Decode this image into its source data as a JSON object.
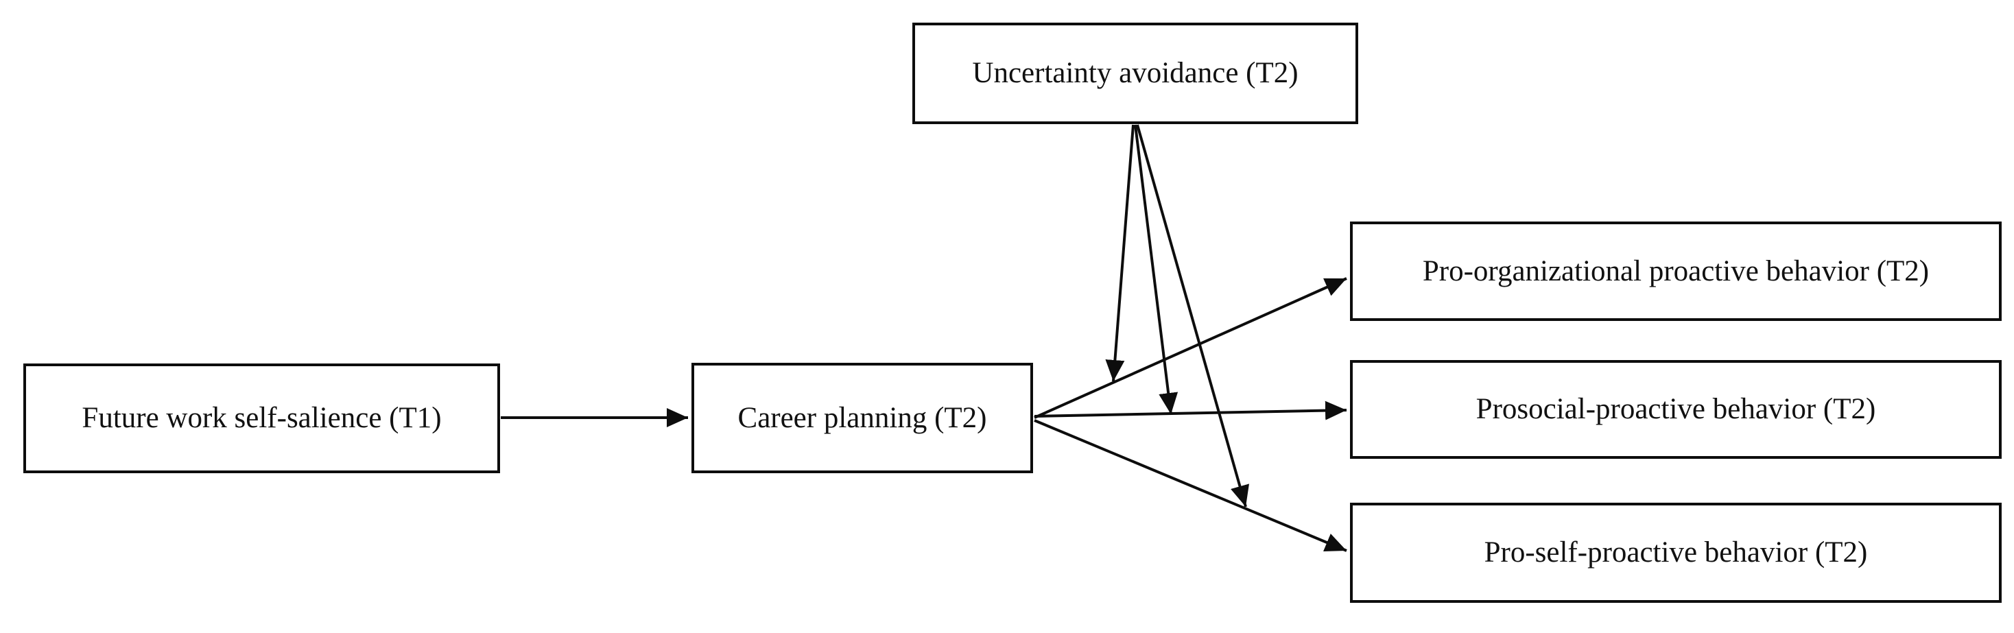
{
  "diagram": {
    "background_color": "#ffffff",
    "line_color": "#0d0d0d",
    "text_color": "#111111",
    "nodes": {
      "uncertainty_avoidance": {
        "label": "Uncertainty avoidance (T2)"
      },
      "future_work_self_salience": {
        "label": "Future work self-salience (T1)"
      },
      "career_planning": {
        "label": "Career planning (T2)"
      },
      "pro_organizational": {
        "label": "Pro-organizational proactive behavior (T2)"
      },
      "prosocial": {
        "label": "Prosocial-proactive behavior (T2)"
      },
      "pro_self": {
        "label": "Pro-self-proactive behavior (T2)"
      }
    },
    "edges": [
      {
        "from": "Future work self-salience (T1)",
        "to": "Career planning (T2)",
        "kind": "direct-path"
      },
      {
        "from": "Career planning (T2)",
        "to": "Pro-organizational proactive behavior (T2)",
        "kind": "direct-path"
      },
      {
        "from": "Career planning (T2)",
        "to": "Prosocial-proactive behavior (T2)",
        "kind": "direct-path"
      },
      {
        "from": "Career planning (T2)",
        "to": "Pro-self-proactive behavior (T2)",
        "kind": "direct-path"
      },
      {
        "from": "Uncertainty avoidance (T2)",
        "to": "path: Career planning (T2) → Pro-organizational proactive behavior (T2)",
        "kind": "moderation"
      },
      {
        "from": "Uncertainty avoidance (T2)",
        "to": "path: Career planning (T2) → Prosocial-proactive behavior (T2)",
        "kind": "moderation"
      },
      {
        "from": "Uncertainty avoidance (T2)",
        "to": "path: Career planning (T2) → Pro-self-proactive behavior (T2)",
        "kind": "moderation"
      }
    ]
  }
}
